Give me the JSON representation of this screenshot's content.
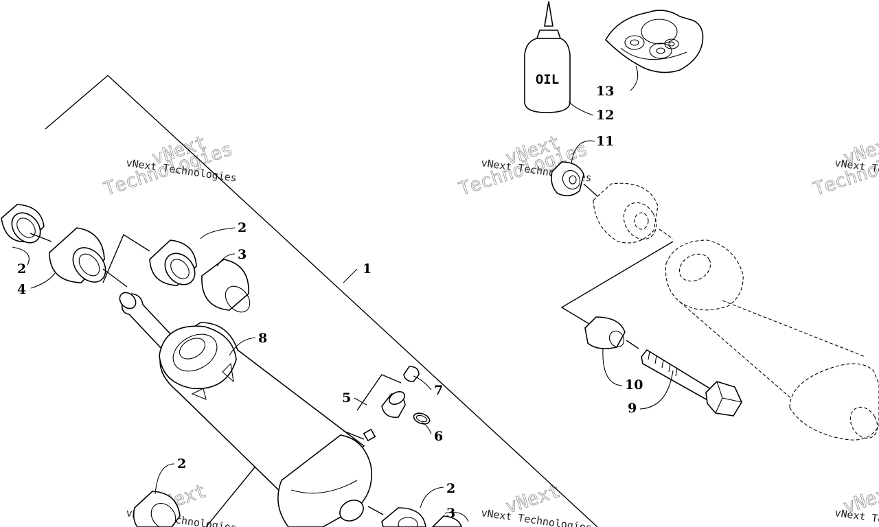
{
  "diagram": {
    "callouts": [
      {
        "id": "c1",
        "label": "1"
      },
      {
        "id": "c2a",
        "label": "2"
      },
      {
        "id": "c2b",
        "label": "2"
      },
      {
        "id": "c2c",
        "label": "2"
      },
      {
        "id": "c2d",
        "label": "2"
      },
      {
        "id": "c3a",
        "label": "3"
      },
      {
        "id": "c3b",
        "label": "3"
      },
      {
        "id": "c4",
        "label": "4"
      },
      {
        "id": "c5",
        "label": "5"
      },
      {
        "id": "c6",
        "label": "6"
      },
      {
        "id": "c7",
        "label": "7"
      },
      {
        "id": "c8",
        "label": "8"
      },
      {
        "id": "c9",
        "label": "9"
      },
      {
        "id": "c10",
        "label": "10"
      },
      {
        "id": "c11",
        "label": "11"
      },
      {
        "id": "c12",
        "label": "12"
      },
      {
        "id": "c13",
        "label": "13"
      }
    ],
    "bottle_label": "OIL"
  },
  "watermark": {
    "company": "vNext Technologies",
    "line1": "vNext",
    "line2": "Technologies"
  }
}
